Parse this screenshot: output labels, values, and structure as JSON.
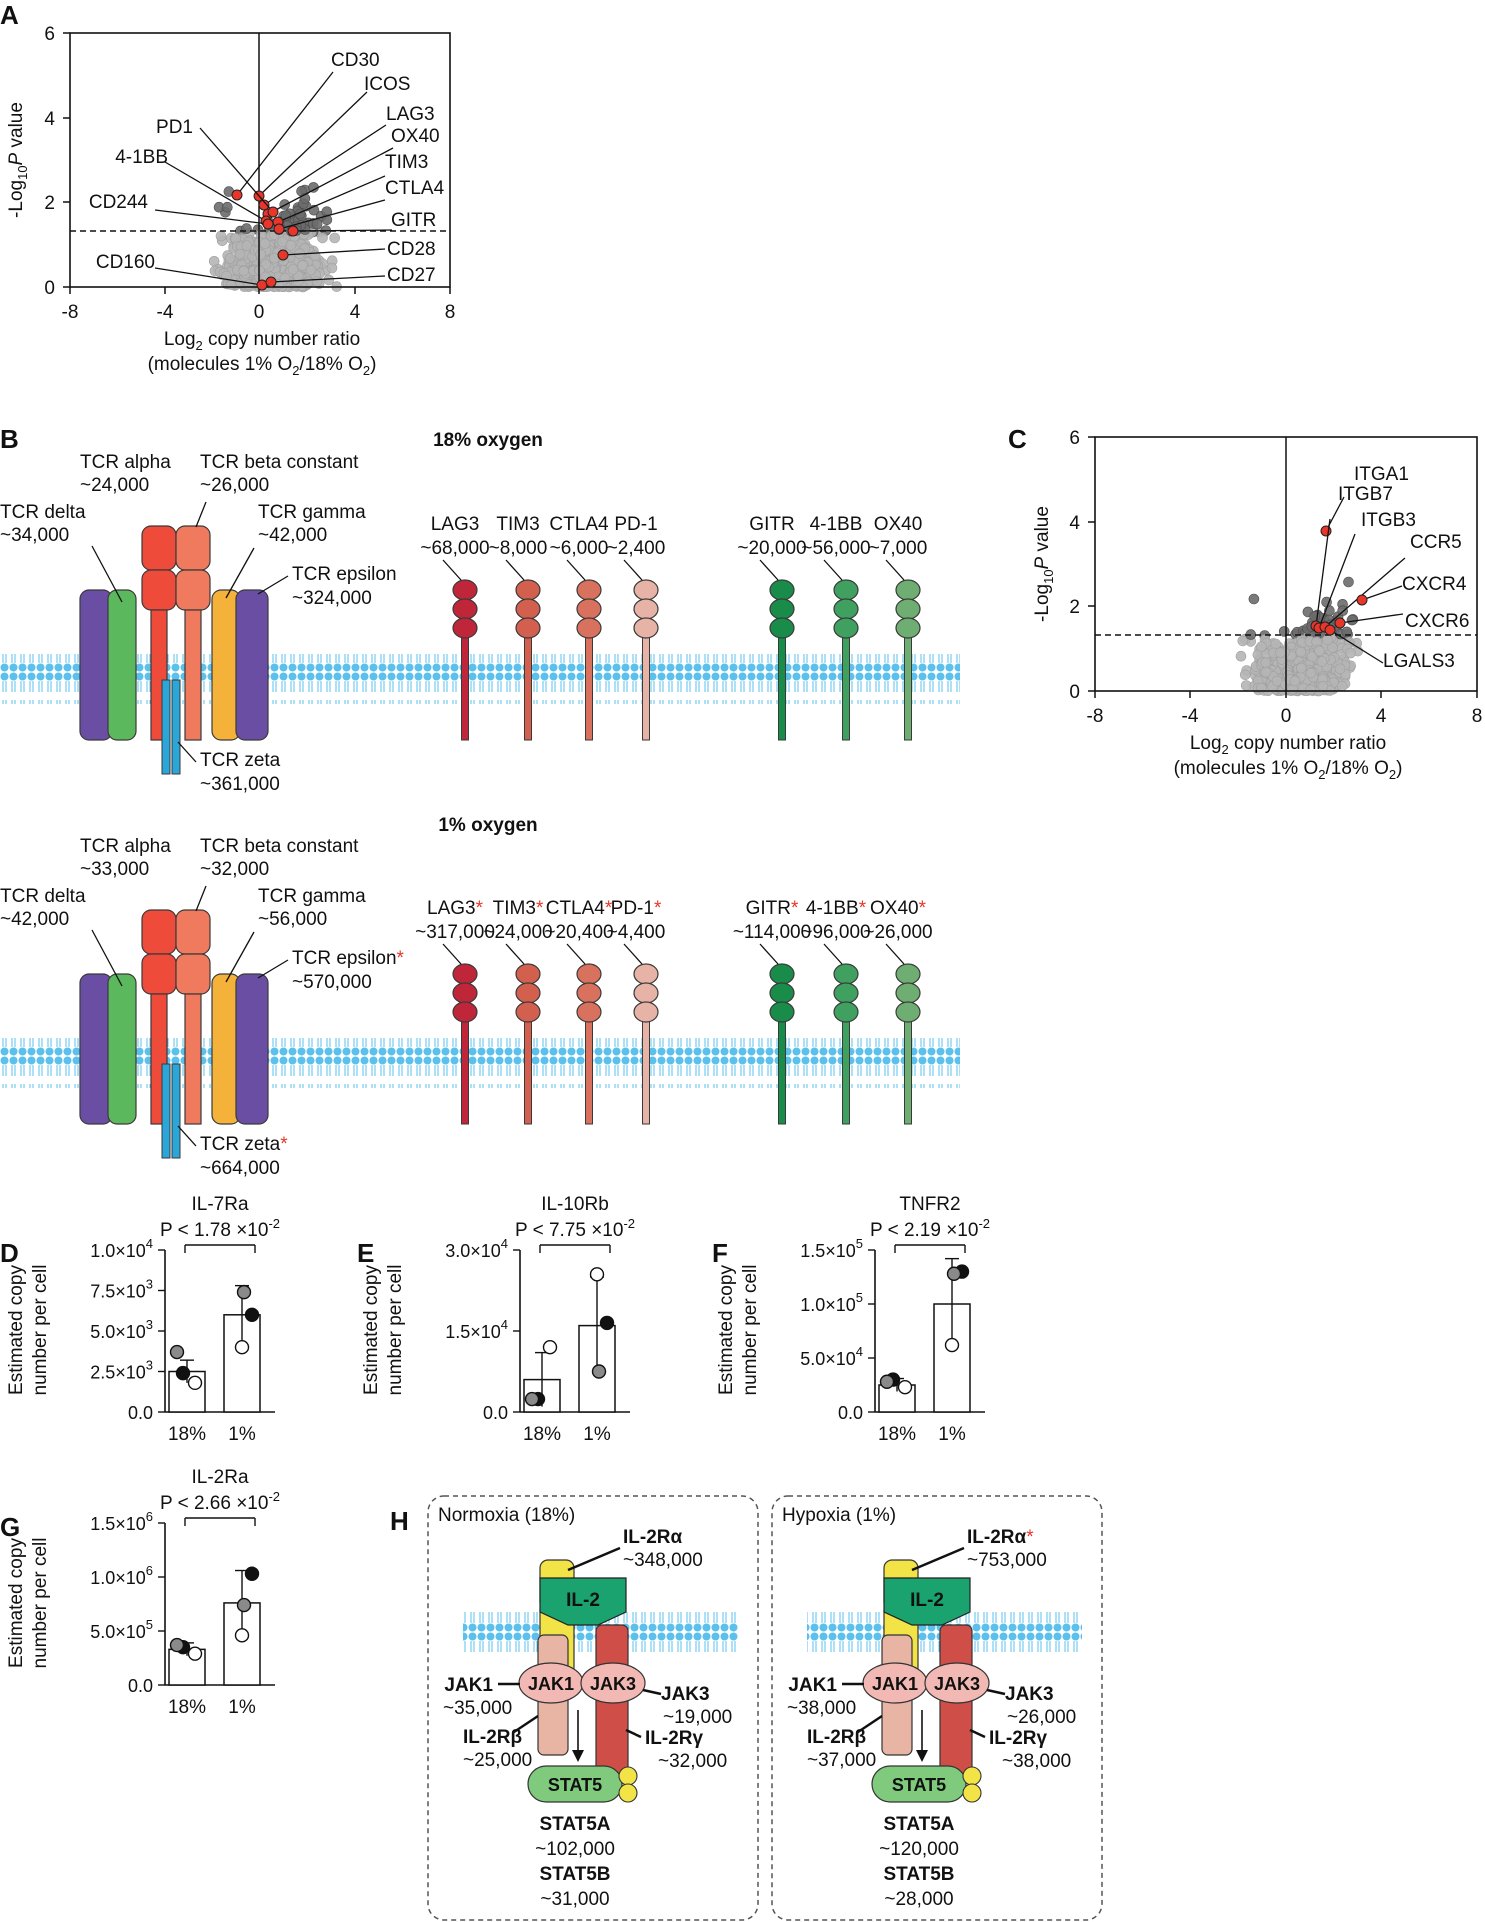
{
  "panel_labels": {
    "A": "A",
    "B": "B",
    "C": "C",
    "D": "D",
    "E": "E",
    "F": "F",
    "G": "G",
    "H": "H"
  },
  "volcano_axes": {
    "xlabel_prefix": "Log",
    "xlabel_sub": "2",
    "xlabel_rest": " copy number ratio",
    "xlabel2_pre": "(molecules 1% O",
    "xlabel2_sub1": "2",
    "xlabel2_mid": "/18% O",
    "xlabel2_sub2": "2",
    "xlabel2_post": ")",
    "ylabel_pre": "-Log",
    "ylabel_sub": "10",
    "ylabel_p": "P",
    "ylabel_post": " value",
    "xticks": [
      "-8",
      "-4",
      "0",
      "4",
      "8"
    ],
    "yticks": [
      "0",
      "2",
      "4",
      "6"
    ]
  },
  "panelA_labels": [
    "CD30",
    "ICOS",
    "LAG3",
    "OX40",
    "PD1",
    "TIM3",
    "4-1BB",
    "CTLA4",
    "CD244",
    "GITR",
    "CD28",
    "CD160",
    "CD27"
  ],
  "panelC_labels": [
    "ITGA1",
    "ITGB7",
    "ITGB3",
    "CCR5",
    "CXCR4",
    "CXCR6",
    "LGALS3"
  ],
  "panelB": {
    "title18": "18% oxygen",
    "title1": "1% oxygen",
    "tcr18": {
      "alpha": "TCR alpha",
      "alpha_n": "~24,000",
      "beta": "TCR beta constant",
      "beta_n": "~26,000",
      "delta": "TCR delta",
      "delta_n": "~34,000",
      "gamma": "TCR gamma",
      "gamma_n": "~42,000",
      "epsilon": "TCR epsilon",
      "epsilon_n": "~324,000",
      "zeta": "TCR zeta",
      "zeta_n": "~361,000"
    },
    "tcr1": {
      "alpha": "TCR alpha",
      "alpha_n": "~33,000",
      "beta": "TCR beta constant",
      "beta_n": "~32,000",
      "delta": "TCR delta",
      "delta_n": "~42,000",
      "gamma": "TCR gamma",
      "gamma_n": "~56,000",
      "epsilon": "TCR epsilon",
      "epsilon_n": "~570,000",
      "zeta": "TCR zeta",
      "zeta_n": "~664,000"
    },
    "star": "*",
    "receptors18": [
      {
        "name": "LAG3",
        "n": "~68,000"
      },
      {
        "name": "TIM3",
        "n": "~8,000"
      },
      {
        "name": "CTLA4",
        "n": "~6,000"
      },
      {
        "name": "PD-1",
        "n": "~2,400"
      },
      {
        "name": "GITR",
        "n": "~20,000"
      },
      {
        "name": "4-1BB",
        "n": "~56,000"
      },
      {
        "name": "OX40",
        "n": "~7,000"
      }
    ],
    "receptors1": [
      {
        "name": "LAG3",
        "n": "~317,000"
      },
      {
        "name": "TIM3",
        "n": "~24,000"
      },
      {
        "name": "CTLA4",
        "n": "~20,400"
      },
      {
        "name": "PD-1",
        "n": "~4,400"
      },
      {
        "name": "GITR",
        "n": "~114,000"
      },
      {
        "name": "4-1BB",
        "n": "~96,000"
      },
      {
        "name": "OX40",
        "n": "~26,000"
      }
    ]
  },
  "bar_ylabel1": "Estimated copy",
  "bar_ylabel2": "number per cell",
  "bar_xcats": [
    "18%",
    "1%"
  ],
  "chart_data": [
    {
      "panel": "D",
      "type": "bar",
      "title": "IL-7Ra",
      "p_text": "P < 1.78 ×10",
      "p_exp": "-2",
      "categories": [
        "18%",
        "1%"
      ],
      "values": [
        2500,
        6000
      ],
      "errors": [
        700,
        1800
      ],
      "ylim": [
        0,
        10000
      ],
      "yticks": [
        {
          "m": "0.0",
          "e": ""
        },
        {
          "m": "2.5×10",
          "e": "3"
        },
        {
          "m": "5.0×10",
          "e": "3"
        },
        {
          "m": "7.5×10",
          "e": "3"
        },
        {
          "m": "1.0×10",
          "e": "4"
        }
      ],
      "points": [
        [
          2400,
          3700,
          1800
        ],
        [
          6000,
          7400,
          4000
        ]
      ]
    },
    {
      "panel": "E",
      "type": "bar",
      "title": "IL-10Rb",
      "p_text": "P < 7.75 ×10",
      "p_exp": "-2",
      "categories": [
        "18%",
        "1%"
      ],
      "values": [
        6000,
        16000
      ],
      "errors": [
        5000,
        9000
      ],
      "ylim": [
        0,
        30000
      ],
      "yticks": [
        {
          "m": "0.0",
          "e": ""
        },
        {
          "m": "1.5×10",
          "e": "4"
        },
        {
          "m": "3.0×10",
          "e": "4"
        }
      ],
      "points": [
        [
          2400,
          2400,
          12000
        ],
        [
          16500,
          7500,
          25500
        ]
      ]
    },
    {
      "panel": "F",
      "type": "bar",
      "title": "TNFR2",
      "p_text": "P < 2.19 ×10",
      "p_exp": "-2",
      "categories": [
        "18%",
        "1%"
      ],
      "values": [
        25000,
        100000
      ],
      "errors": [
        6000,
        42000
      ],
      "ylim": [
        0,
        150000
      ],
      "yticks": [
        {
          "m": "0.0",
          "e": ""
        },
        {
          "m": "5.0×10",
          "e": "4"
        },
        {
          "m": "1.0×10",
          "e": "5"
        },
        {
          "m": "1.5×10",
          "e": "5"
        }
      ],
      "points": [
        [
          30000,
          28000,
          23000
        ],
        [
          130000,
          128000,
          62000
        ]
      ]
    },
    {
      "panel": "G",
      "type": "bar",
      "title": "IL-2Ra",
      "p_text": "P < 2.66 ×10",
      "p_exp": "-2",
      "categories": [
        "18%",
        "1%"
      ],
      "values": [
        330000,
        760000
      ],
      "errors": [
        60000,
        300000
      ],
      "ylim": [
        0,
        1500000
      ],
      "yticks": [
        {
          "m": "0.0",
          "e": ""
        },
        {
          "m": "5.0×10",
          "e": "5"
        },
        {
          "m": "1.0×10",
          "e": "6"
        },
        {
          "m": "1.5×10",
          "e": "6"
        }
      ],
      "points": [
        [
          350000,
          370000,
          290000
        ],
        [
          1030000,
          740000,
          460000
        ]
      ]
    }
  ],
  "panelH": {
    "normoxia": {
      "title": "Normoxia (18%)",
      "il2ra": "IL-2Rα",
      "il2ra_n": "~348,000",
      "il2": "IL-2",
      "jak1": "JAK1",
      "jak1_n": "~35,000",
      "jak3": "JAK3",
      "jak3_n": "~19,000",
      "il2rb": "IL-2Rβ",
      "il2rb_n": "~25,000",
      "il2rg": "IL-2Rγ",
      "il2rg_n": "~32,000",
      "stat5": "STAT5",
      "stat5a": "STAT5A",
      "stat5a_n": "~102,000",
      "stat5b": "STAT5B",
      "stat5b_n": "~31,000"
    },
    "hypoxia": {
      "title": "Hypoxia (1%)",
      "il2ra": "IL-2Rα",
      "il2ra_n": "~753,000",
      "il2": "IL-2",
      "jak1": "JAK1",
      "jak1_n": "~38,000",
      "jak3": "JAK3",
      "jak3_n": "~26,000",
      "il2rb": "IL-2Rβ",
      "il2rb_n": "~37,000",
      "il2rg": "IL-2Rγ",
      "il2rg_n": "~38,000",
      "stat5": "STAT5",
      "stat5a": "STAT5A",
      "stat5a_n": "~120,000",
      "stat5b": "STAT5B",
      "stat5b_n": "~28,000"
    }
  },
  "colors": {
    "membrane": "#5bc0eb",
    "delta": "#6a4ea3",
    "gamma_chain": "#5cb85c",
    "alpha": "#ef4b3b",
    "beta": "#f07a5e",
    "gammaTCR": "#f5b23a",
    "epsilon": "#6a4ea3",
    "zeta": "#2ba6d9",
    "rec": [
      "#c0263a",
      "#d3604f",
      "#d9715f",
      "#e6b3a6",
      "#1a8c4a",
      "#3fa060",
      "#6fae73"
    ],
    "il2": "#1aa36f",
    "il2ra": "#f2e347",
    "il2rb": "#e8b4a4",
    "il2rg": "#cf4f48",
    "jak": "#f2b9b4",
    "stat5": "#7fca7d",
    "hi": "#e8362a",
    "darkpt": "#6b6b6b",
    "lightpt": "#b5b5b5"
  }
}
